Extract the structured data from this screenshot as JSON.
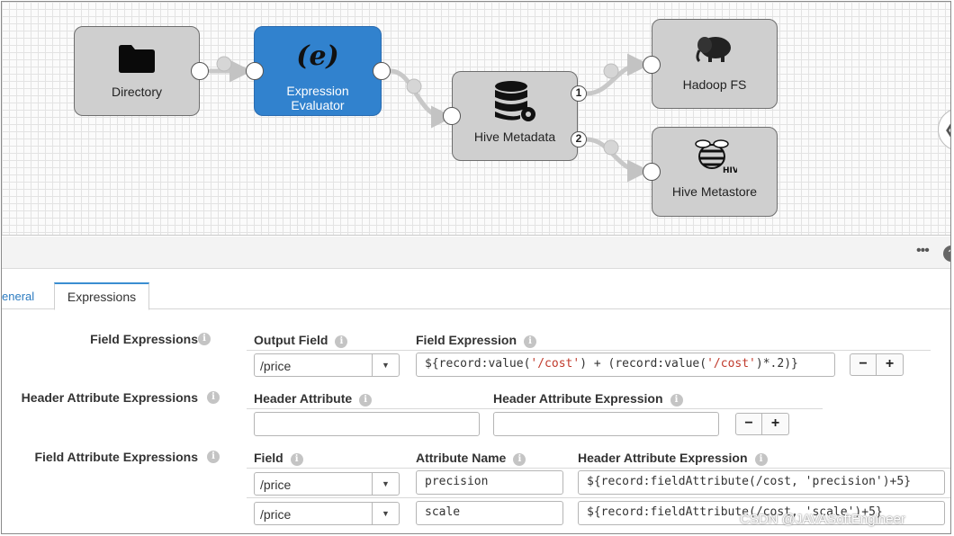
{
  "pipeline": {
    "stages": [
      {
        "label": "Directory",
        "icon": "folder-icon"
      },
      {
        "label_line1": "Expression",
        "label_line2": "Evaluator",
        "icon": "expression-e-icon",
        "selected": true
      },
      {
        "label": "Hive Metadata",
        "icon": "database-gear-icon"
      },
      {
        "label": "Hadoop FS",
        "icon": "hadoop-elephant-icon"
      },
      {
        "label": "Hive Metastore",
        "icon": "hive-bee-icon"
      }
    ],
    "output_ports": [
      "1",
      "2"
    ]
  },
  "panel": {
    "more_label": "•••",
    "help_label": "?",
    "tabs": {
      "general": "eneral",
      "expressions": "Expressions"
    }
  },
  "field_expressions": {
    "label": "Field Expressions",
    "output_field_header": "Output Field",
    "field_expression_header": "Field Expression",
    "output_field_value": "/price",
    "expression_parts": [
      "${record:value(",
      "'/cost'",
      ") + (record:value(",
      "'/cost'",
      ")*.2)}"
    ]
  },
  "header_attribute_expressions": {
    "label": "Header Attribute Expressions",
    "header_attribute_header": "Header Attribute",
    "header_attribute_expression_header": "Header Attribute Expression",
    "header_attribute_value": "",
    "header_attribute_expression_value": ""
  },
  "field_attribute_expressions": {
    "label": "Field Attribute Expressions",
    "field_header": "Field",
    "attribute_name_header": "Attribute Name",
    "header_attribute_expression_header": "Header Attribute Expression",
    "rows": [
      {
        "field": "/price",
        "attribute_name": "precision",
        "expression": "${record:fieldAttribute(/cost, 'precision')+5}"
      },
      {
        "field": "/price",
        "attribute_name": "scale",
        "expression": "${record:fieldAttribute(/cost, 'scale')+5}"
      }
    ]
  },
  "buttons": {
    "minus": "−",
    "plus": "+"
  },
  "info_glyph": "i",
  "colors": {
    "selected_stage": "#3182ce",
    "stage": "#cfcfcf",
    "link": "#c8c8c8"
  },
  "watermark": "CSDN @JAVASoftEngineer"
}
